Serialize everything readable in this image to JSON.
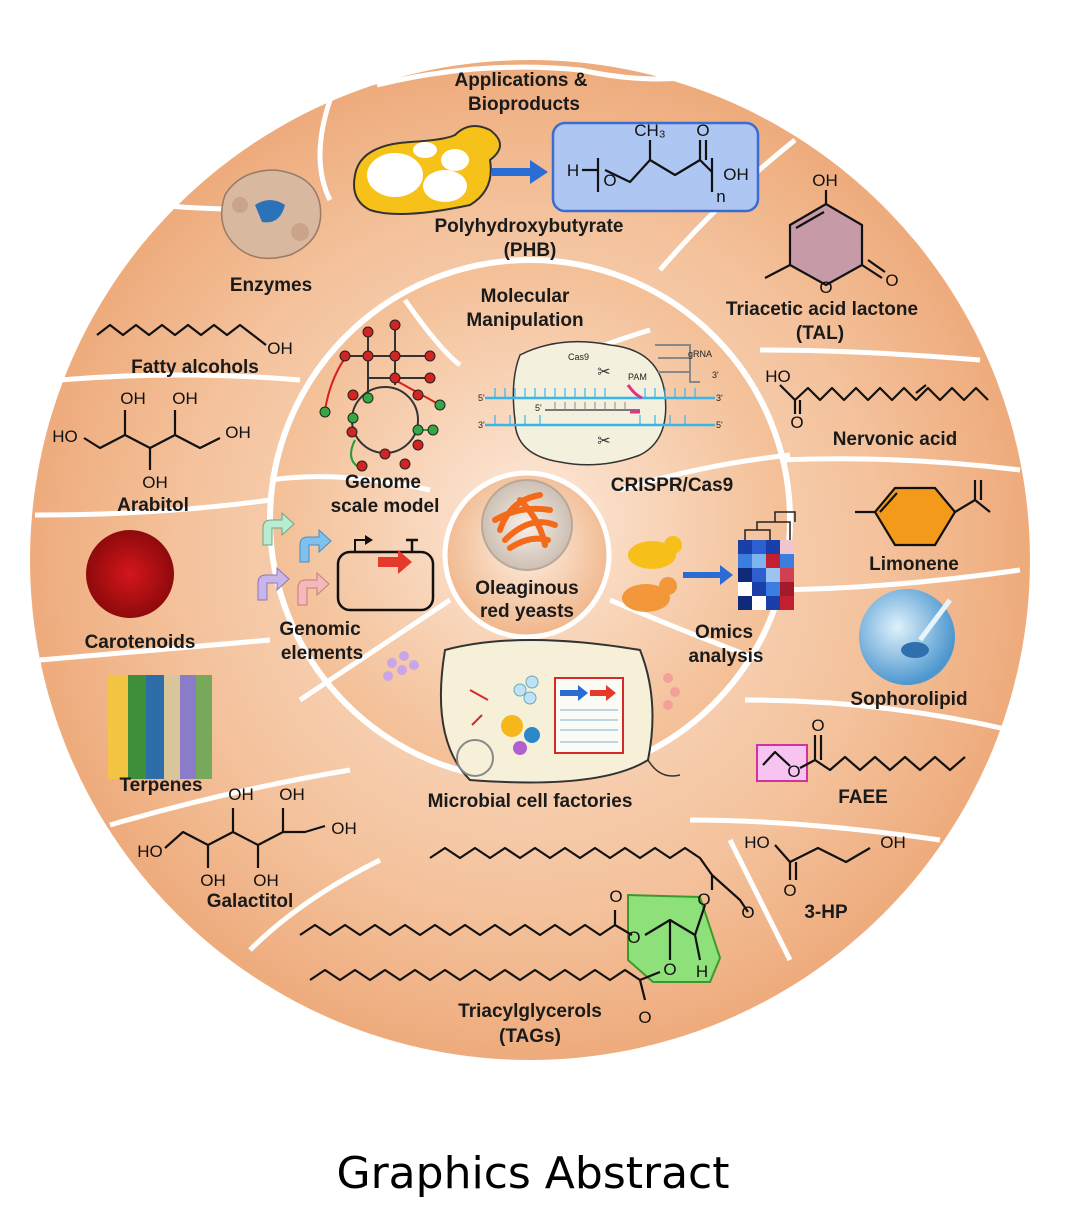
{
  "center": {
    "label_line1": "Oleaginous",
    "label_line2": "red yeasts"
  },
  "inner_ring": {
    "molecular_manipulation": {
      "line1": "Molecular",
      "line2": "Manipulation"
    },
    "genome_scale_model": {
      "line1": "Genome",
      "line2": "scale model"
    },
    "crispr": {
      "label": "CRISPR/Cas9",
      "cas9": "Cas9",
      "grna": "gRNA",
      "pam": "PAM",
      "five_prime": "5'",
      "three_prime": "3'"
    },
    "genomic_elements": {
      "line1": "Genomic",
      "line2": "elements"
    },
    "omics": {
      "line1": "Omics",
      "line2": "analysis"
    },
    "microbial": {
      "label": "Microbial cell factories"
    }
  },
  "outer_ring": {
    "applications": {
      "line1": "Applications &",
      "line2": "Bioproducts"
    },
    "phb": {
      "line1": "Polyhydroxybutyrate",
      "line2": "(PHB)",
      "h": "H",
      "o": "O",
      "ch3": "CH₃",
      "oh": "OH",
      "n": "n"
    },
    "enzymes": "Enzymes",
    "fatty_alcohols": {
      "label": "Fatty alcohols",
      "oh": "OH"
    },
    "arabitol": {
      "label": "Arabitol",
      "oh": "OH",
      "ho": "HO"
    },
    "carotenoids": "Carotenoids",
    "terpenes": "Terpenes",
    "galactitol": {
      "label": "Galactitol",
      "oh": "OH",
      "ho": "HO"
    },
    "tags": {
      "line1": "Triacylglycerols",
      "line2": "(TAGs)",
      "o": "O",
      "h": "H"
    },
    "hp3": {
      "label": "3-HP",
      "ho": "HO",
      "oh": "OH",
      "o": "O"
    },
    "faee": {
      "label": "FAEE",
      "o": "O"
    },
    "sophorolipid": "Sophorolipid",
    "limonene": "Limonene",
    "nervonic": {
      "label": "Nervonic acid",
      "ho": "HO",
      "o": "O"
    },
    "tal": {
      "line1": "Triacetic acid lactone",
      "line2": "(TAL)",
      "oh": "OH",
      "o": "O"
    }
  },
  "footer": "Graphics Abstract",
  "colors": {
    "outer_ring": "#f2b98f",
    "inner_ring": "#f6c8a4",
    "center": "#f8d8bd",
    "phb_box": "#aec6f2",
    "tag_box": "#8ee07a",
    "faee_box": "#f7c3f0",
    "limonene": "#f39a1a",
    "tal_ring": "#c79aa8"
  }
}
